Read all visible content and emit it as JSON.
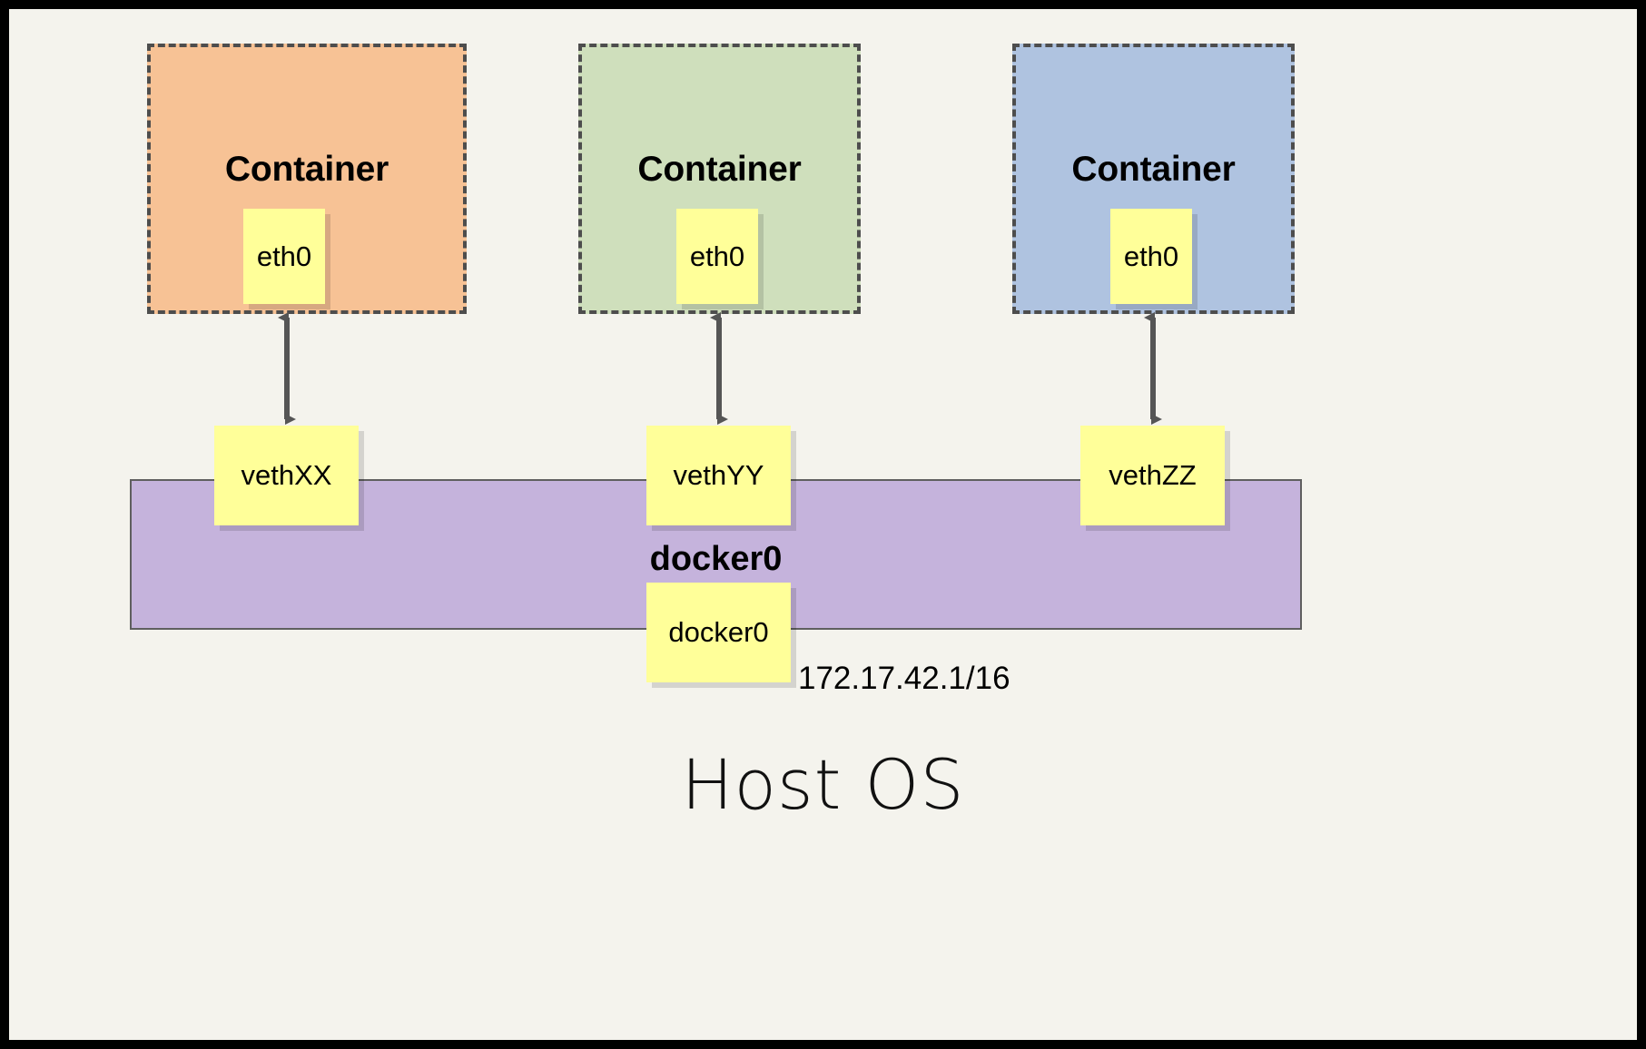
{
  "diagram": {
    "title_text": "Host OS",
    "bridge": {
      "name": "docker0",
      "note_label": "docker0",
      "ip": "172.17.42.1/16",
      "color": "#c5b3dc"
    },
    "containers": [
      {
        "title": "Container",
        "iface": "eth0",
        "veth": "vethXX",
        "color": "#f7c295"
      },
      {
        "title": "Container",
        "iface": "eth0",
        "veth": "vethYY",
        "color": "#cfdfbc"
      },
      {
        "title": "Container",
        "iface": "eth0",
        "veth": "vethZZ",
        "color": "#afc3e0"
      }
    ],
    "colors": {
      "background": "#f4f3ed",
      "frame": "#000000",
      "note": "#ffff99",
      "dash_border": "#4d4d4d",
      "arrow": "#555555"
    }
  }
}
